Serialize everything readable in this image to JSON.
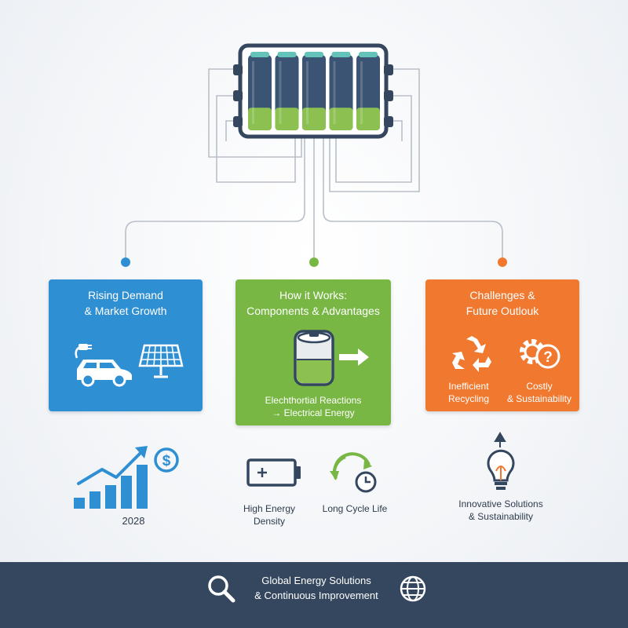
{
  "colors": {
    "blue": "#2f8fd3",
    "green": "#79b744",
    "orange": "#f0782f",
    "navy": "#34475f",
    "wire": "#b9c0c9",
    "cell_dark": "#3b5473",
    "cell_green": "#8cc152"
  },
  "battery_pack": {
    "cells": 5
  },
  "panels": {
    "demand": {
      "title": "Rising Demand\n& Market Growth",
      "icons": [
        "ev-charging-car-icon",
        "solar-panel-icon"
      ]
    },
    "works": {
      "title": "How it Works:\nComponents & Advantages",
      "caption": "Elechthortial Reactions\n→ Electrical Energy",
      "icons": [
        "battery-cell-icon",
        "arrow-right-icon"
      ]
    },
    "future": {
      "title": "Challenges &\nFuture Outlouk",
      "items": [
        {
          "label": "Inefficient\nRecycling",
          "icon": "recycle-icon"
        },
        {
          "label": "Costly\n& Sustainability",
          "icon": "gear-question-icon"
        }
      ]
    }
  },
  "lower": {
    "growth": {
      "year": "2028",
      "icons": [
        "growth-chart-icon",
        "dollar-coin-icon"
      ]
    },
    "density": {
      "label": "High Energy\nDensity",
      "icon": "battery-charge-icon"
    },
    "cycle": {
      "label": "Long Cycle Life",
      "icon": "cycle-clock-icon"
    },
    "innovation": {
      "label": "Innovative Solutions\n& Sustainability",
      "icon": "lightbulb-icon"
    }
  },
  "footer": {
    "text": "Global Energy Solutions\n& Continuous Improvement",
    "icons": [
      "search-icon",
      "globe-icon"
    ]
  }
}
